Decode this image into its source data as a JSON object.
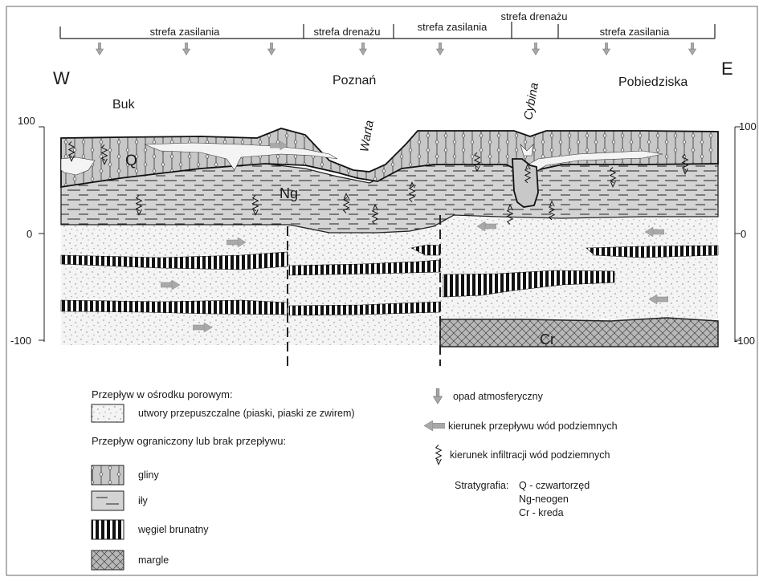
{
  "zones": {
    "z1": "strefa zasilania",
    "z2": "strefa drenażu",
    "z3": "strefa zasilania",
    "z4": "strefa drenażu",
    "z5": "strefa zasilania"
  },
  "places": {
    "west": "W",
    "east": "E",
    "buk": "Buk",
    "poznan": "Poznań",
    "pobiedziska": "Pobiedziska",
    "warta": "Warta",
    "cybina": "Cybina"
  },
  "units": {
    "q": "Q",
    "ng": "Ng",
    "cr": "Cr"
  },
  "axis": {
    "left_100": "100",
    "left_0": "0",
    "left_m100": "-100",
    "right_100": "100",
    "right_0": "0",
    "right_m100": "-100"
  },
  "legend": {
    "porous_header": "Przepływ w ośrodku porowym:",
    "permeable": "utwory przepuszczalne (piaski, piaski ze zwirem)",
    "limited_header": "Przepływ ograniczony lub brak przepływu:",
    "gliny": "gliny",
    "ily": "iły",
    "wegiel": "węgiel brunatny",
    "margle": "margle",
    "opad": "opad atmosferyczny",
    "kierunek_przeplywu": "kierunek przepływu wód podziemnych",
    "kierunek_infiltracji": "kierunek infiltracji wód podziemnych",
    "strat_label": "Stratygrafia:",
    "strat_q": "Q - czwartorzęd",
    "strat_ng": "Ng-neogen",
    "strat_cr": "Cr - kreda"
  },
  "colors": {
    "sand": "#f4f4f4",
    "clay_neogen": "#d4d4d4",
    "till": "#c8c8c8",
    "marl": "#b8b8b8",
    "coal": "#111111",
    "arrow_gray": "#a9a9a9"
  }
}
